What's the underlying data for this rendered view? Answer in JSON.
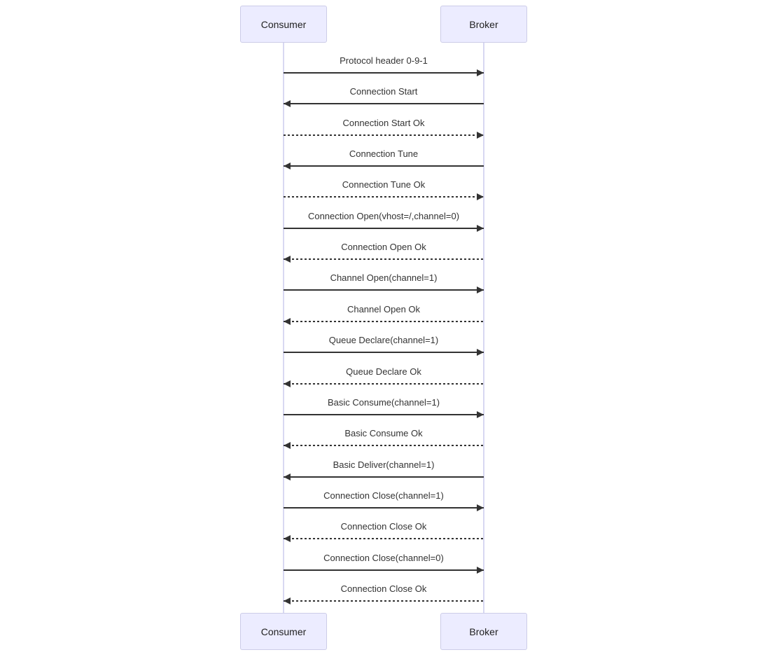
{
  "diagram": {
    "type": "sequence-diagram",
    "actors": [
      {
        "name": "Consumer"
      },
      {
        "name": "Broker"
      }
    ],
    "messages": [
      {
        "label": "Protocol header 0-9-1",
        "from": "Consumer",
        "to": "Broker",
        "line": "solid",
        "dir": "right"
      },
      {
        "label": "Connection Start",
        "from": "Broker",
        "to": "Consumer",
        "line": "solid",
        "dir": "left"
      },
      {
        "label": "Connection Start Ok",
        "from": "Consumer",
        "to": "Broker",
        "line": "dashed",
        "dir": "right"
      },
      {
        "label": "Connection Tune",
        "from": "Broker",
        "to": "Consumer",
        "line": "solid",
        "dir": "left"
      },
      {
        "label": "Connection Tune Ok",
        "from": "Consumer",
        "to": "Broker",
        "line": "dashed",
        "dir": "right"
      },
      {
        "label": "Connection Open(vhost=/,channel=0)",
        "from": "Consumer",
        "to": "Broker",
        "line": "solid",
        "dir": "right"
      },
      {
        "label": "Connection Open Ok",
        "from": "Broker",
        "to": "Consumer",
        "line": "dashed",
        "dir": "left"
      },
      {
        "label": "Channel Open(channel=1)",
        "from": "Consumer",
        "to": "Broker",
        "line": "solid",
        "dir": "right"
      },
      {
        "label": "Channel Open Ok",
        "from": "Broker",
        "to": "Consumer",
        "line": "dashed",
        "dir": "left"
      },
      {
        "label": "Queue Declare(channel=1)",
        "from": "Consumer",
        "to": "Broker",
        "line": "solid",
        "dir": "right"
      },
      {
        "label": "Queue Declare Ok",
        "from": "Broker",
        "to": "Consumer",
        "line": "dashed",
        "dir": "left"
      },
      {
        "label": "Basic Consume(channel=1)",
        "from": "Consumer",
        "to": "Broker",
        "line": "solid",
        "dir": "right"
      },
      {
        "label": "Basic Consume Ok",
        "from": "Broker",
        "to": "Consumer",
        "line": "dashed",
        "dir": "left"
      },
      {
        "label": "Basic Deliver(channel=1)",
        "from": "Broker",
        "to": "Consumer",
        "line": "solid",
        "dir": "left"
      },
      {
        "label": "Connection Close(channel=1)",
        "from": "Consumer",
        "to": "Broker",
        "line": "solid",
        "dir": "right"
      },
      {
        "label": "Connection Close Ok",
        "from": "Broker",
        "to": "Consumer",
        "line": "dashed",
        "dir": "left"
      },
      {
        "label": "Connection Close(channel=0)",
        "from": "Consumer",
        "to": "Broker",
        "line": "solid",
        "dir": "right"
      },
      {
        "label": "Connection Close Ok",
        "from": "Broker",
        "to": "Consumer",
        "line": "dashed",
        "dir": "left"
      }
    ],
    "colors": {
      "background": "#FFFFFF",
      "actor_fill": "#ECECFF",
      "actor_border": "#CCCCE8",
      "lifeline": "#D8D8F2",
      "message_line": "#333333",
      "message_text": "#333333"
    }
  }
}
